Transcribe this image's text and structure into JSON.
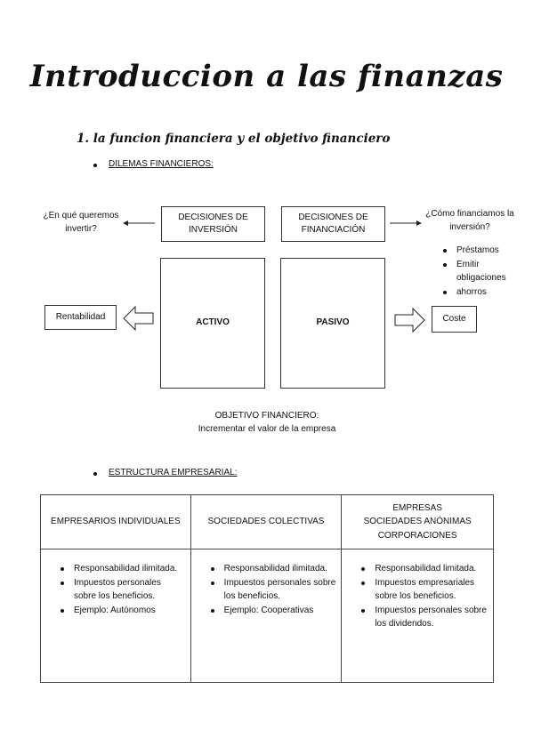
{
  "title": "Introduccion a las finanzas",
  "section1": "1. la funcion financiera y el objetivo financiero",
  "dilemas_label": "DILEMAS FINANCIEROS:",
  "diagram": {
    "question_left": "¿En qué queremos invertir?",
    "decisiones_inversion": "DECISIONES DE INVERSIÓN",
    "decisiones_financiacion": "DECISIONES DE FINANCIACIÓN",
    "question_right": "¿Cómo financiamos la inversión?",
    "financing_options": [
      "Préstamos",
      "Emitir obligaciones",
      "ahorros"
    ],
    "activo": "ACTIVO",
    "pasivo": "PASIVO",
    "rentabilidad": "Rentabilidad",
    "coste": "Coste",
    "objetivo_line1": "OBJETIVO FINANCIERO:",
    "objetivo_line2": "Incrementar el valor de la empresa"
  },
  "estructura_label": "ESTRUCTURA EMPRESARIAL:",
  "table": {
    "headers": [
      [
        "EMPRESARIOS INDIVIDUALES"
      ],
      [
        "SOCIEDADES COLECTIVAS"
      ],
      [
        "EMPRESAS",
        "SOCIEDADES ANÓNIMAS",
        "CORPORACIONES"
      ]
    ],
    "columns": [
      [
        "Responsabilidad ilimitada.",
        "Impuestos personales sobre los beneficios.",
        "Ejemplo: Autónomos"
      ],
      [
        "Responsabilidad ilimitada.",
        "Impuestos personales sobre los beneficios.",
        "Ejemplo: Cooperativas"
      ],
      [
        "Responsabilidad limitada.",
        "Impuestos empresariales sobre los beneficios.",
        "Impuestos personales sobre los dividendos."
      ]
    ]
  }
}
